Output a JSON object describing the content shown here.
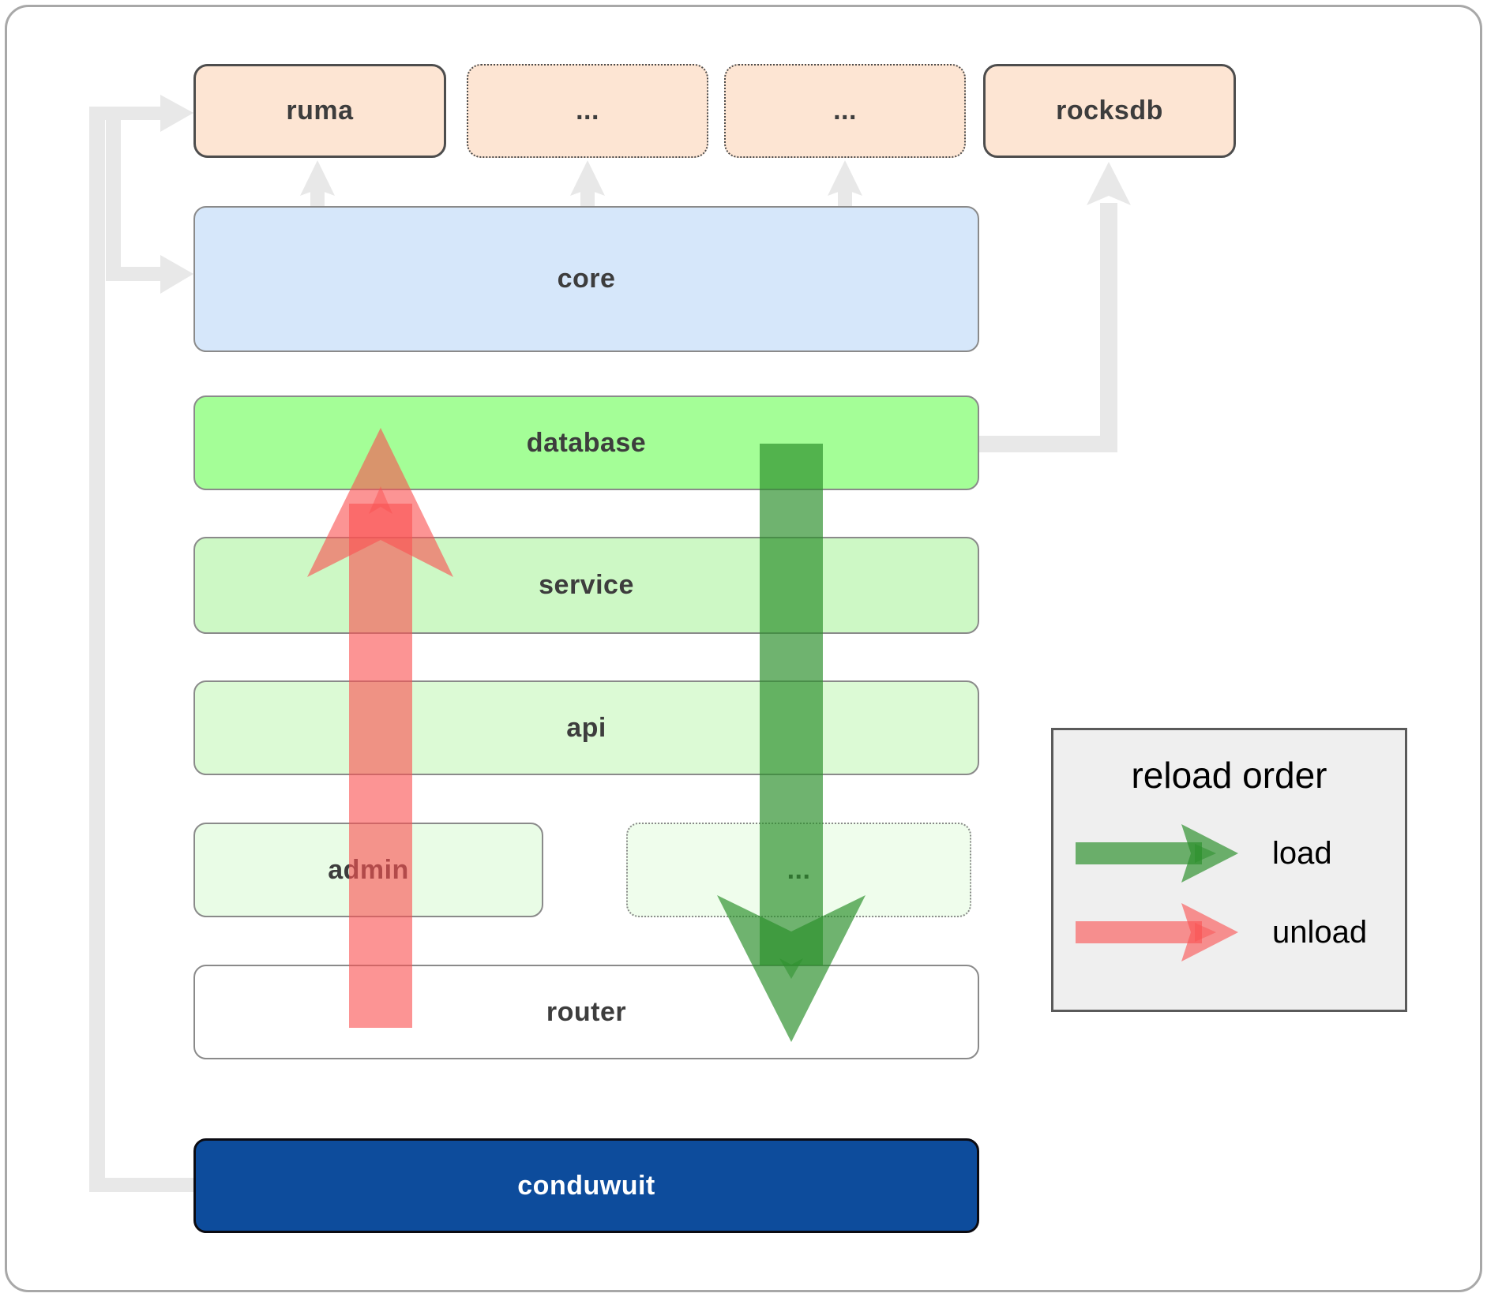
{
  "diagram": {
    "nodes": {
      "ruma": {
        "label": "ruma",
        "fill": "#fde5d3",
        "border_style": "solid"
      },
      "ext1": {
        "label": "...",
        "fill": "#fde5d3",
        "border_style": "dotted"
      },
      "ext2": {
        "label": "...",
        "fill": "#fde5d3",
        "border_style": "dotted"
      },
      "rocksdb": {
        "label": "rocksdb",
        "fill": "#fde5d3",
        "border_style": "solid"
      },
      "core": {
        "label": "core",
        "fill": "#d6e7fa",
        "border_style": "solid"
      },
      "database": {
        "label": "database",
        "fill": "#a4fe97",
        "border_style": "solid"
      },
      "service": {
        "label": "service",
        "fill": "#cdf8c5",
        "border_style": "solid"
      },
      "api": {
        "label": "api",
        "fill": "#dcfad5",
        "border_style": "solid"
      },
      "admin": {
        "label": "admin",
        "fill": "#e9fce6",
        "border_style": "solid"
      },
      "ext3": {
        "label": "...",
        "fill": "#effdec",
        "border_style": "dotted"
      },
      "router": {
        "label": "router",
        "fill": "#ffffff",
        "border_style": "solid"
      },
      "conduwuit": {
        "label": "conduwuit",
        "fill": "#0d4c9c",
        "border_style": "solid",
        "text_color": "#ffffff"
      }
    },
    "arrows": {
      "load_color": "#2b8f2b",
      "unload_color": "#fa5252",
      "connector_color": "#e8e8e8"
    },
    "legend": {
      "title": "reload order",
      "items": [
        {
          "label": "load",
          "color": "#2b8f2b"
        },
        {
          "label": "unload",
          "color": "#fa5252"
        }
      ]
    }
  }
}
